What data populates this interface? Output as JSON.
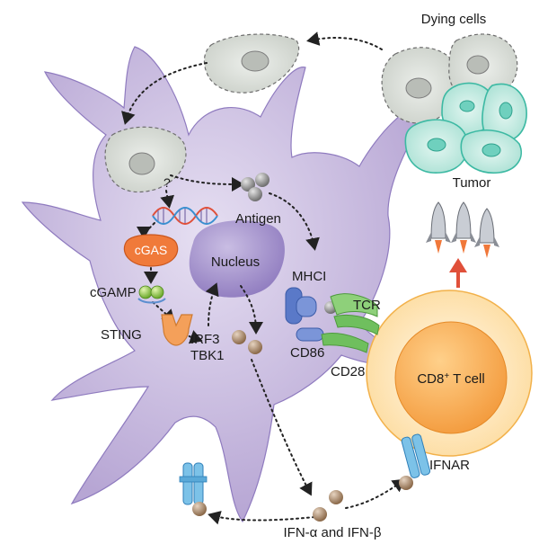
{
  "labels": {
    "dying_cells": "Dying cells",
    "tumor": "Tumor",
    "antigen": "Antigen",
    "question": "?",
    "cgas": "cGAS",
    "nucleus": "Nucleus",
    "mhci": "MHCI",
    "cgamp": "cGAMP",
    "tcr": "TCR",
    "sting": "STING",
    "irf3": "IRF3",
    "tbk1": "TBK1",
    "cd86": "CD86",
    "cd28": "CD28",
    "cd8_prefix": "CD8",
    "cd8_sup": "+",
    "cd8_suffix": " T cell",
    "ifnar": "IFNAR",
    "ifn": "IFN-α and IFN-β"
  },
  "colors": {
    "dendritic_cell": "#b7a6d4",
    "nucleus": "#9a87c6",
    "tumor_cell": "#c8ece4",
    "tumor_outline": "#3cb9a3",
    "dying_cell": "#d9dcd8",
    "cgas": "#f07a3a",
    "sting": "#f4a05a",
    "t_cell_outer": "#fde9c3",
    "t_cell_inner": "#f6a44a",
    "receptor": "#7cc2e8",
    "cytokine": "#b08a68",
    "arrow_red": "#e0503a"
  },
  "icons": [
    "dna-icon",
    "rocket-icon",
    "receptor-icon"
  ]
}
